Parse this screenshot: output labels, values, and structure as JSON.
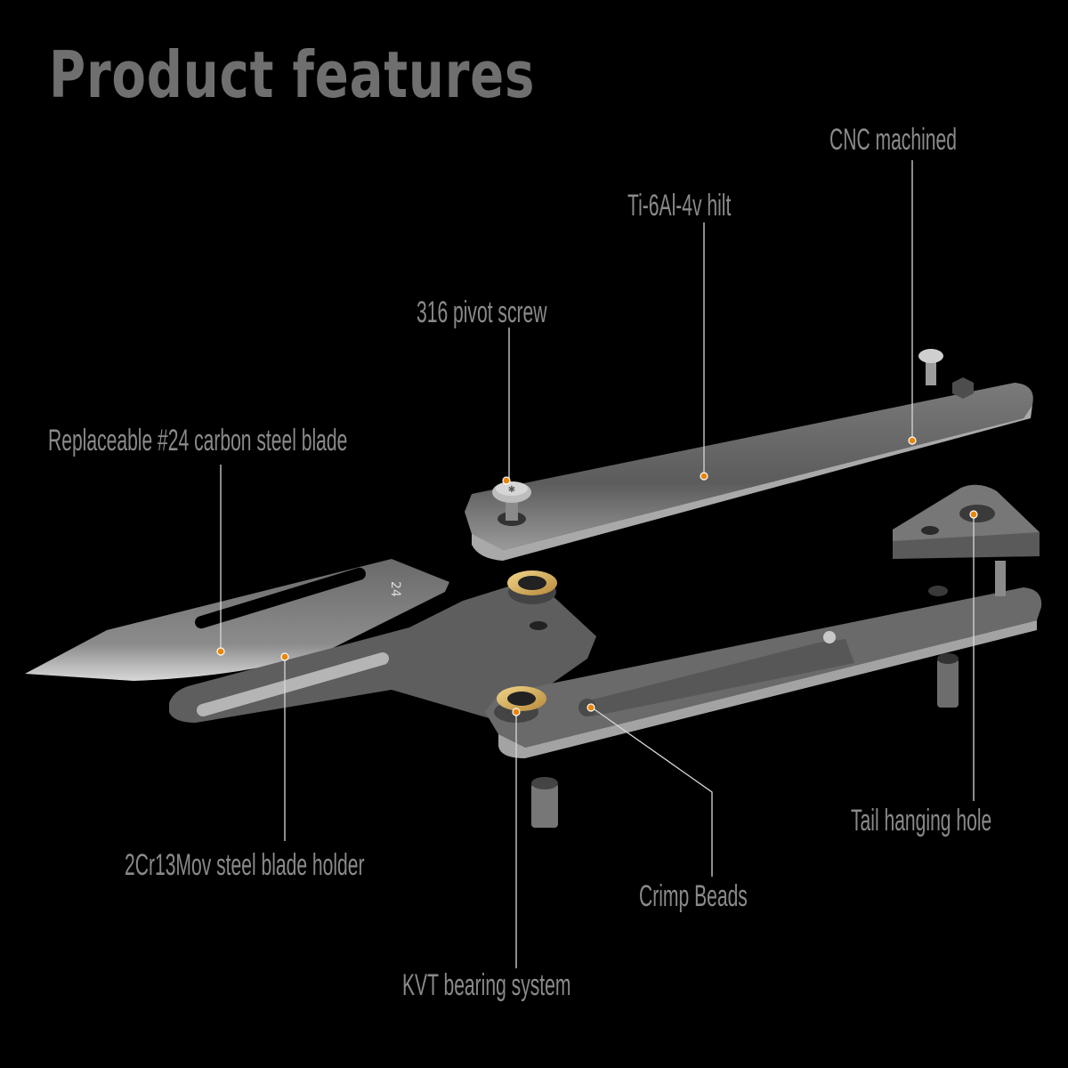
{
  "title": "Product features",
  "accent_color": "#e8860c",
  "labels": {
    "cnc": "CNC machined",
    "hilt": "Ti-6Al-4v hilt",
    "pivot": "316 pivot screw",
    "blade": "Replaceable #24 carbon steel blade",
    "holder": "2Cr13Mov steel blade holder",
    "crimp": "Crimp Beads",
    "tail": "Tail hanging hole",
    "kvt": "KVT bearing system"
  },
  "blade_marking": "24"
}
